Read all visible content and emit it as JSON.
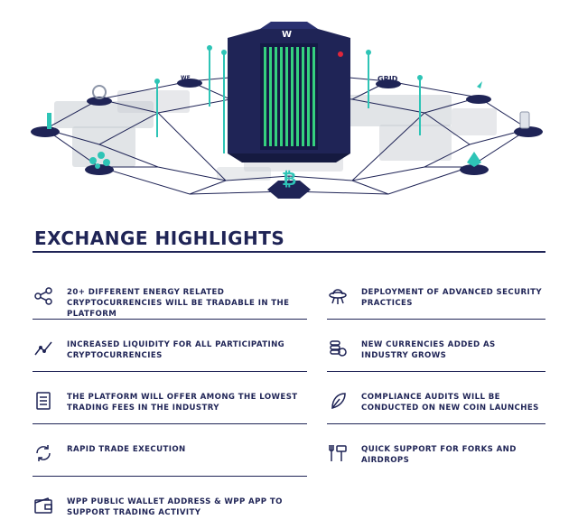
{
  "hero": {
    "server_logo": "W",
    "node_labels": {
      "wee": "WE",
      "grid": "GRID",
      "bitcoin": "₿"
    },
    "colors": {
      "navy": "#1f2456",
      "teal": "#2ec4b6",
      "green": "#35d07f",
      "map": "#c8ccd2"
    }
  },
  "section": {
    "title": "EXCHANGE HIGHLIGHTS"
  },
  "highlights_left": [
    {
      "icon": "network-share-icon",
      "text": "20+ DIFFERENT ENERGY RELATED CRYPTOCURRENCIES WILL BE TRADABLE IN THE PLATFORM"
    },
    {
      "icon": "trend-line-icon",
      "text": "INCREASED LIQUIDITY FOR ALL PARTICIPATING CRYPTOCURRENCIES"
    },
    {
      "icon": "document-list-icon",
      "text": "THE PLATFORM WILL OFFER AMONG THE LOWEST TRADING FEES IN THE INDUSTRY"
    },
    {
      "icon": "refresh-arrows-icon",
      "text": "RAPID TRADE EXECUTION"
    },
    {
      "icon": "wallet-icon",
      "text": "WPP PUBLIC WALLET ADDRESS & WPP APP TO SUPPORT TRADING ACTIVITY"
    }
  ],
  "highlights_right": [
    {
      "icon": "satellite-dish-icon",
      "text": "DEPLOYMENT OF ADVANCED SECURITY PRACTICES"
    },
    {
      "icon": "coin-stack-icon",
      "text": "NEW CURRENCIES ADDED AS INDUSTRY GROWS"
    },
    {
      "icon": "leaf-pen-icon",
      "text": "COMPLIANCE AUDITS WILL BE CONDUCTED ON NEW COIN LAUNCHES"
    },
    {
      "icon": "fork-tools-icon",
      "text": "QUICK SUPPORT FOR FORKS AND AIRDROPS"
    }
  ]
}
